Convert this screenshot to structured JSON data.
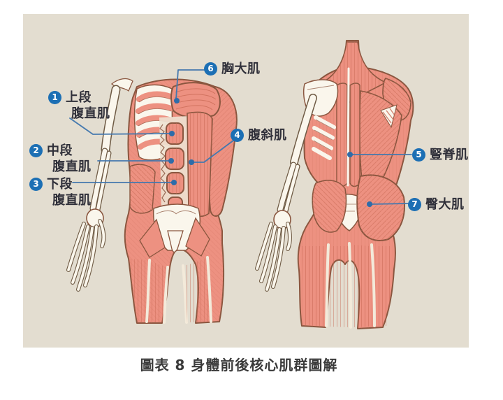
{
  "page": {
    "caption": "圖表 8 身體前後核心肌群圖解"
  },
  "colors": {
    "panel_bg": "#E3DDD0",
    "badge_blue": "#1C6FB4",
    "leader_blue": "#4478AE",
    "muscle": "#ED9181",
    "muscle_fiber": "#C96A55",
    "bone": "#FAF6EC",
    "outline_brown": "#8A563F",
    "label_text": "#30303A",
    "caption_text": "#3A3A3A"
  },
  "labels": [
    {
      "num": "1",
      "lines": [
        "上段",
        "腹直肌"
      ]
    },
    {
      "num": "2",
      "lines": [
        "中段",
        "腹直肌"
      ]
    },
    {
      "num": "3",
      "lines": [
        "下段",
        "腹直肌"
      ]
    },
    {
      "num": "4",
      "lines": [
        "腹斜肌"
      ]
    },
    {
      "num": "5",
      "lines": [
        "豎脊肌"
      ]
    },
    {
      "num": "6",
      "lines": [
        "胸大肌"
      ]
    },
    {
      "num": "7",
      "lines": [
        "臀大肌"
      ]
    }
  ]
}
